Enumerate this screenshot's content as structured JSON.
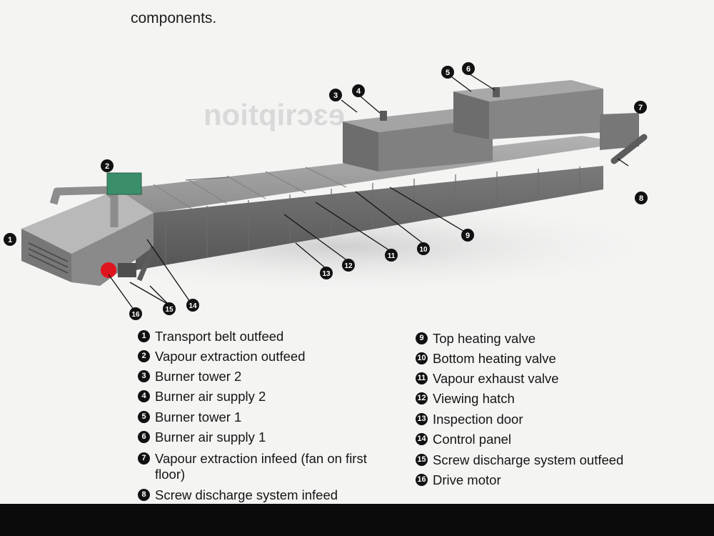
{
  "heading_fragment": "components.",
  "callouts": [
    {
      "num": "1"
    },
    {
      "num": "2"
    },
    {
      "num": "3"
    },
    {
      "num": "4"
    },
    {
      "num": "5"
    },
    {
      "num": "6"
    },
    {
      "num": "7"
    },
    {
      "num": "8"
    },
    {
      "num": "9"
    },
    {
      "num": "10"
    },
    {
      "num": "11"
    },
    {
      "num": "12"
    },
    {
      "num": "13"
    },
    {
      "num": "14"
    },
    {
      "num": "15"
    },
    {
      "num": "16"
    }
  ],
  "legend_left": [
    {
      "num": "1",
      "label": "Transport belt outfeed"
    },
    {
      "num": "2",
      "label": "Vapour extraction outfeed"
    },
    {
      "num": "3",
      "label": "Burner tower 2"
    },
    {
      "num": "4",
      "label": "Burner air supply 2"
    },
    {
      "num": "5",
      "label": "Burner tower 1"
    },
    {
      "num": "6",
      "label": "Burner air supply 1"
    },
    {
      "num": "7",
      "label": "Vapour extraction infeed (fan on first"
    },
    {
      "num": "",
      "label": "floor)"
    },
    {
      "num": "8",
      "label": "Screw discharge system infeed"
    }
  ],
  "legend_right": [
    {
      "num": "9",
      "label": "Top heating valve"
    },
    {
      "num": "10",
      "label": "Bottom heating valve"
    },
    {
      "num": "11",
      "label": "Vapour exhaust valve"
    },
    {
      "num": "12",
      "label": "Viewing hatch"
    },
    {
      "num": "13",
      "label": "Inspection door"
    },
    {
      "num": "14",
      "label": "Control panel"
    },
    {
      "num": "15",
      "label": "Screw discharge system outfeed"
    },
    {
      "num": "16",
      "label": "Drive motor"
    }
  ],
  "colors": {
    "machine_top": "#9c9c9c",
    "machine_side": "#6e6e6e",
    "badge": "#111111",
    "accent_red": "#e0141e",
    "accent_green": "#3a8f6a",
    "footer": "#0b0b0b"
  }
}
